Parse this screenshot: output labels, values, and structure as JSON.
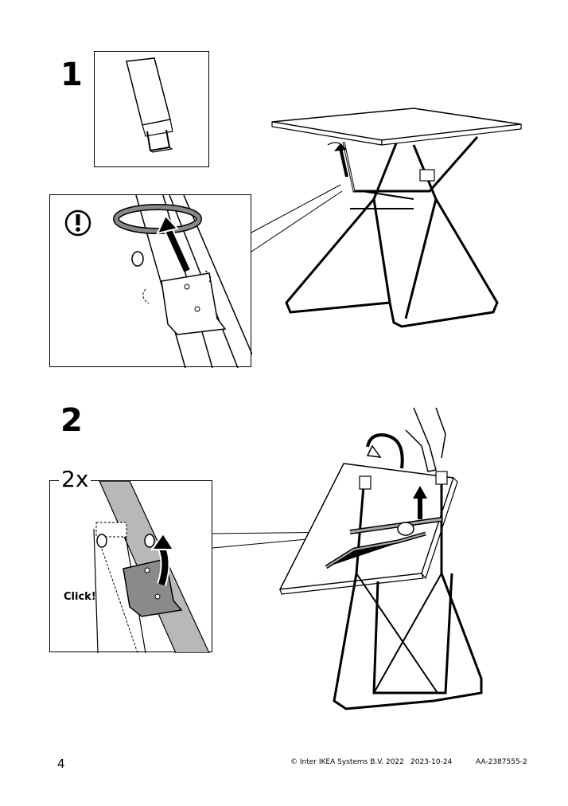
{
  "steps": [
    {
      "number": "1"
    },
    {
      "number": "2",
      "multiplier": "2x",
      "callout_text": "Click!"
    }
  ],
  "icons": {
    "caution": "exclamation-circle-icon",
    "arrow_up": "arrow-up-icon",
    "arrow_curved": "curved-arrow-icon",
    "rotate": "rotate-arrow-icon"
  },
  "footer": {
    "page_number": "4",
    "copyright": "© Inter IKEA Systems B.V. 2022",
    "date": "2023-10-24",
    "doc_id": "AA-2387555-2"
  }
}
